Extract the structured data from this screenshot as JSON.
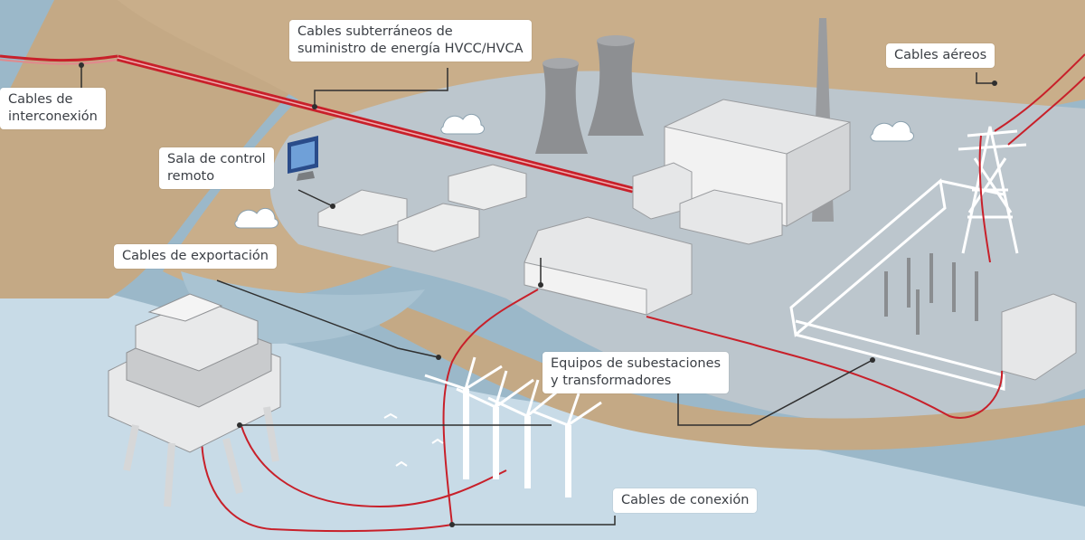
{
  "labels": {
    "interconexion": [
      "Cables de",
      "interconexión"
    ],
    "subterraneos": [
      "Cables subterráneos de",
      "suministro de energía HVCC/HVCA"
    ],
    "sala_control": [
      "Sala de control",
      "remoto"
    ],
    "exportacion": [
      "Cables de exportación"
    ],
    "aereos": [
      "Cables aéreos"
    ],
    "subestaciones": [
      "Equipos de subestaciones",
      "y transformadores"
    ],
    "conexion": [
      "Cables de conexión"
    ]
  },
  "colors": {
    "sea": "#9bb8c9",
    "sea_light": "#c8dbe7",
    "sand": "#c4a985",
    "ground": "#bcc6cd",
    "cable_red": "#c8202a",
    "leader": "#2f2f2f",
    "structure": "#e6e7e8"
  }
}
